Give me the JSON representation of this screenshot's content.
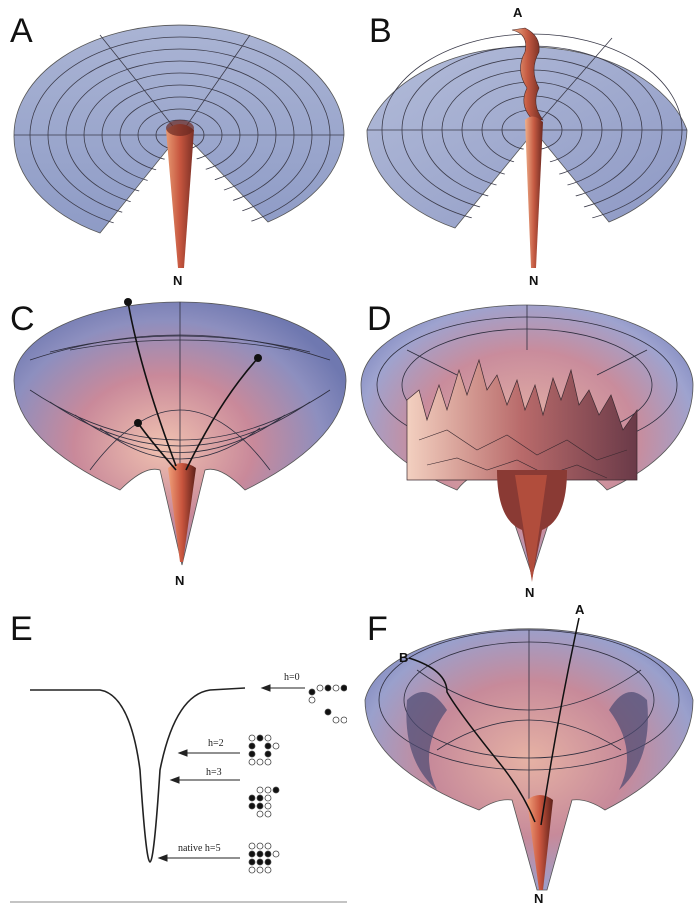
{
  "panels": [
    {
      "label": "A",
      "bottom_label": "N"
    },
    {
      "label": "B",
      "top_label": "A",
      "bottom_label": "N"
    },
    {
      "label": "C",
      "bottom_label": "N"
    },
    {
      "label": "D",
      "bottom_label": "N"
    },
    {
      "label": "E",
      "annotations": [
        "h=0",
        "h=2",
        "h=3",
        "native h=5"
      ]
    },
    {
      "label": "F",
      "labels": [
        "A",
        "B",
        "N"
      ]
    }
  ],
  "colors": {
    "surface": "#b7c0dc",
    "grid": "#3b3b4a",
    "funnel": "#d46a4a",
    "funnel_dark": "#6b2a22"
  },
  "icons": [
    "lattice-conformation-icon"
  ]
}
